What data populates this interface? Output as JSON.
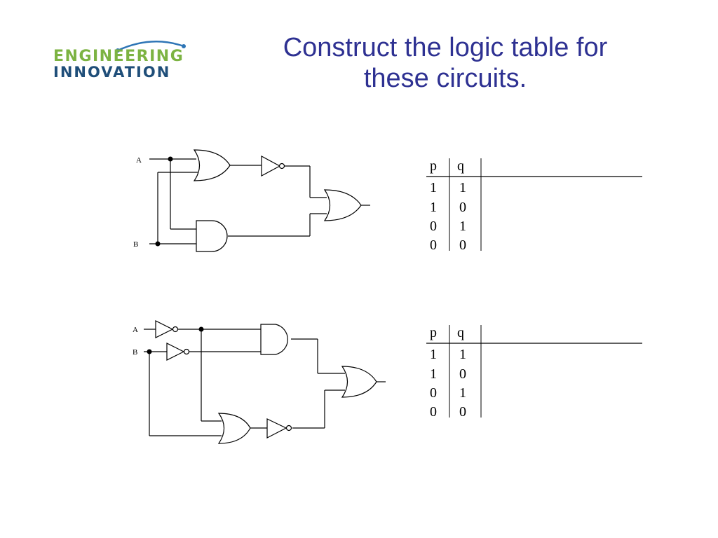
{
  "logo": {
    "line1": "ENGINEERING",
    "line2": "INNOVATION",
    "colors": {
      "line1": "#7cb342",
      "line2": "#1f4e79",
      "arc": "#2e75b6"
    }
  },
  "title": {
    "line1": "Construct the logic table for",
    "line2": "these circuits.",
    "color": "#2e3192"
  },
  "circuit1": {
    "input_a": "A",
    "input_b": "B",
    "gates": [
      "or-gate",
      "not-gate",
      "and-gate",
      "or-gate"
    ]
  },
  "circuit2": {
    "input_a": "A",
    "input_b": "B",
    "gates": [
      "not-gate",
      "not-gate",
      "and-gate",
      "or-gate",
      "not-gate",
      "or-gate"
    ]
  },
  "tables": [
    {
      "headers": [
        "p",
        "q"
      ],
      "rows": [
        [
          "1",
          "1"
        ],
        [
          "1",
          "0"
        ],
        [
          "0",
          "1"
        ],
        [
          "0",
          "0"
        ]
      ]
    },
    {
      "headers": [
        "p",
        "q"
      ],
      "rows": [
        [
          "1",
          "1"
        ],
        [
          "1",
          "0"
        ],
        [
          "0",
          "1"
        ],
        [
          "0",
          "0"
        ]
      ]
    }
  ]
}
